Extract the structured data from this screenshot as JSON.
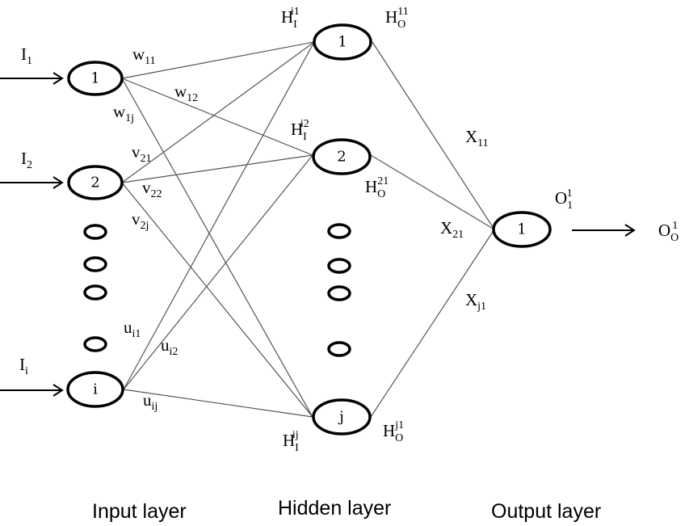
{
  "diagram": {
    "type": "neural-network",
    "layers": [
      {
        "name": "input",
        "label": "Input layer",
        "nodes": [
          "1",
          "2",
          "i"
        ],
        "ellipsis_dots": 4
      },
      {
        "name": "hidden",
        "label": "Hidden layer",
        "nodes": [
          "1",
          "2",
          "j"
        ],
        "ellipsis_dots": 4
      },
      {
        "name": "output",
        "label": "Output layer",
        "nodes": [
          "1"
        ]
      }
    ],
    "inputs": [
      {
        "base": "I",
        "sub": "1"
      },
      {
        "base": "I",
        "sub": "2"
      },
      {
        "base": "I",
        "sub": "i"
      }
    ],
    "weights_input_hidden": [
      {
        "base": "w",
        "sub": "11"
      },
      {
        "base": "w",
        "sub": "12"
      },
      {
        "base": "w",
        "sub": "1j"
      },
      {
        "base": "v",
        "sub": "21"
      },
      {
        "base": "v",
        "sub": "22"
      },
      {
        "base": "v",
        "sub": "2j"
      },
      {
        "base": "u",
        "sub": "i1"
      },
      {
        "base": "u",
        "sub": "i2"
      },
      {
        "base": "u",
        "sub": "ij"
      }
    ],
    "hidden_inputs": [
      {
        "base": "H",
        "sub": "I",
        "sup": "i1"
      },
      {
        "base": "H",
        "sub": "I",
        "sup": "i2"
      },
      {
        "base": "H",
        "sub": "I",
        "sup": "ij"
      }
    ],
    "hidden_outputs": [
      {
        "base": "H",
        "sub": "O",
        "sup": "11"
      },
      {
        "base": "H",
        "sub": "O",
        "sup": "21"
      },
      {
        "base": "H",
        "sub": "O",
        "sup": "j1"
      }
    ],
    "weights_hidden_output": [
      {
        "base": "X",
        "sub": "11"
      },
      {
        "base": "X",
        "sub": "21"
      },
      {
        "base": "X",
        "sub": "j1"
      }
    ],
    "output_in": {
      "base": "O",
      "sub": "1",
      "sup": "1"
    },
    "output_out": {
      "base": "O",
      "sub": "O",
      "sup": "1"
    }
  }
}
